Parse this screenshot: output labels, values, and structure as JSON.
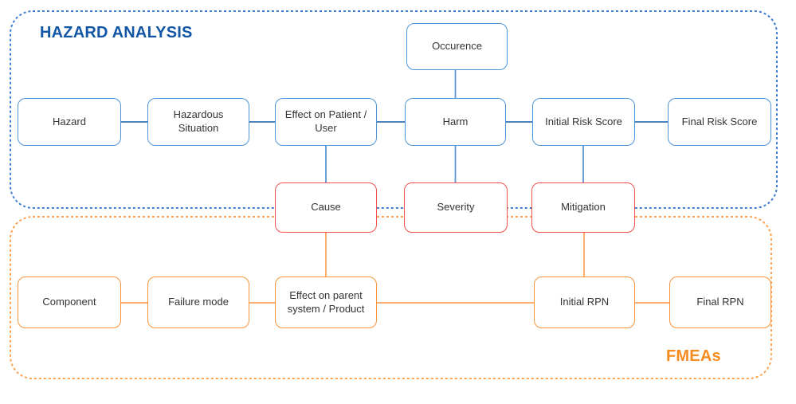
{
  "diagram": {
    "type": "flowchart",
    "sections": {
      "hazard_analysis": {
        "title": "HAZARD ANALYSIS",
        "title_color": "#1256A6",
        "dashed_border_color": "#3D7DD3"
      },
      "fmea": {
        "title": "FMEAs",
        "title_color": "#F78C1E",
        "dashed_border_color": "#FFA14E"
      }
    },
    "colors": {
      "blue_node_border": "#4E95D6",
      "red_node_border": "#F5524F",
      "orange_node_border": "#F79438",
      "blue_connector_horizontal": "#3570B4",
      "blue_connector_vertical": "#5C96D2",
      "orange_connector": "#FFA55E",
      "node_fill": "#FFFFFF",
      "node_text": "#333333"
    },
    "labels": {
      "hazard": "Hazard",
      "hazardous_situation": "Hazardous Situation",
      "effect_on_patient": "Effect on Patient / User",
      "occurence": "Occurence",
      "harm": "Harm",
      "initial_risk_score": "Initial Risk Score",
      "final_risk_score": "Final Risk Score",
      "cause": "Cause",
      "severity": "Severity",
      "mitigation": "Mitigation",
      "component": "Component",
      "failure_mode": "Failure mode",
      "effect_on_parent": "Effect on parent system / Product",
      "initial_rpn": "Initial RPN",
      "final_rpn": "Final RPN"
    },
    "edges": [
      "hazard - hazardous_situation",
      "hazardous_situation - effect_on_patient",
      "effect_on_patient - harm",
      "harm - initial_risk_score",
      "initial_risk_score - final_risk_score",
      "occurence - harm",
      "effect_on_patient - cause",
      "harm - severity",
      "initial_risk_score - mitigation",
      "cause - effect_on_parent",
      "mitigation - initial_rpn",
      "component - failure_mode",
      "failure_mode - effect_on_parent",
      "effect_on_parent - initial_rpn",
      "initial_rpn - final_rpn"
    ]
  }
}
